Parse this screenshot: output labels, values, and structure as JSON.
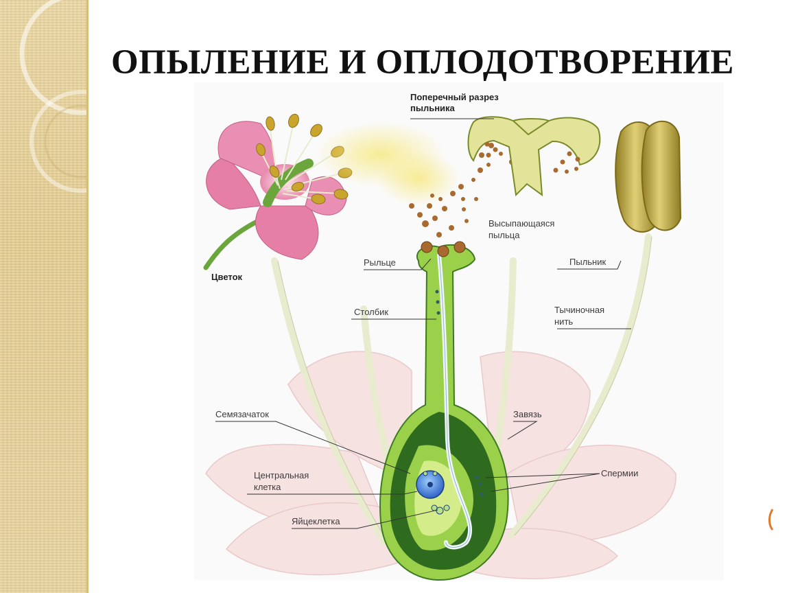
{
  "slide": {
    "title": "ОПЫЛЕНИЕ И ОПЛОДОТВОРЕНИЕ"
  },
  "diagram": {
    "labels": {
      "anther_section_line1": "Поперечный разрез",
      "anther_section_line2": "пыльника",
      "pollen_line1": "Высыпающаяся",
      "pollen_line2": "пыльца",
      "flower": "Цветок",
      "stigma": "Рыльце",
      "style": "Столбик",
      "anther": "Пыльник",
      "filament_line1": "Тычиночная",
      "filament_line2": "нить",
      "ovule": "Семязачаток",
      "ovary": "Завязь",
      "sperm": "Спермии",
      "central_cell_line1": "Центральная",
      "central_cell_line2": "клетка",
      "egg_cell": "Яйцеклетка"
    },
    "colors": {
      "pink_petal": "#e57fa6",
      "pale_petal": "#f7e2e2",
      "pistil_green": "#9bd14a",
      "dark_green": "#2f6b1f",
      "anther_yellow": "#c9b54e",
      "pollen": "#a86a2e",
      "pollen_haze": "#f2e27a",
      "central_cell_blue": "#3c7bd6",
      "filament": "#e8ebce"
    }
  }
}
